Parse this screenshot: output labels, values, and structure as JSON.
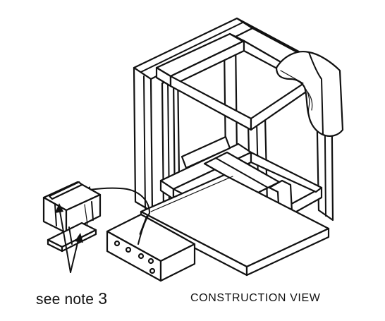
{
  "labels": {
    "note_prefix": "see note",
    "note_number": "3",
    "view_title": "CONSTRUCTION VIEW"
  }
}
